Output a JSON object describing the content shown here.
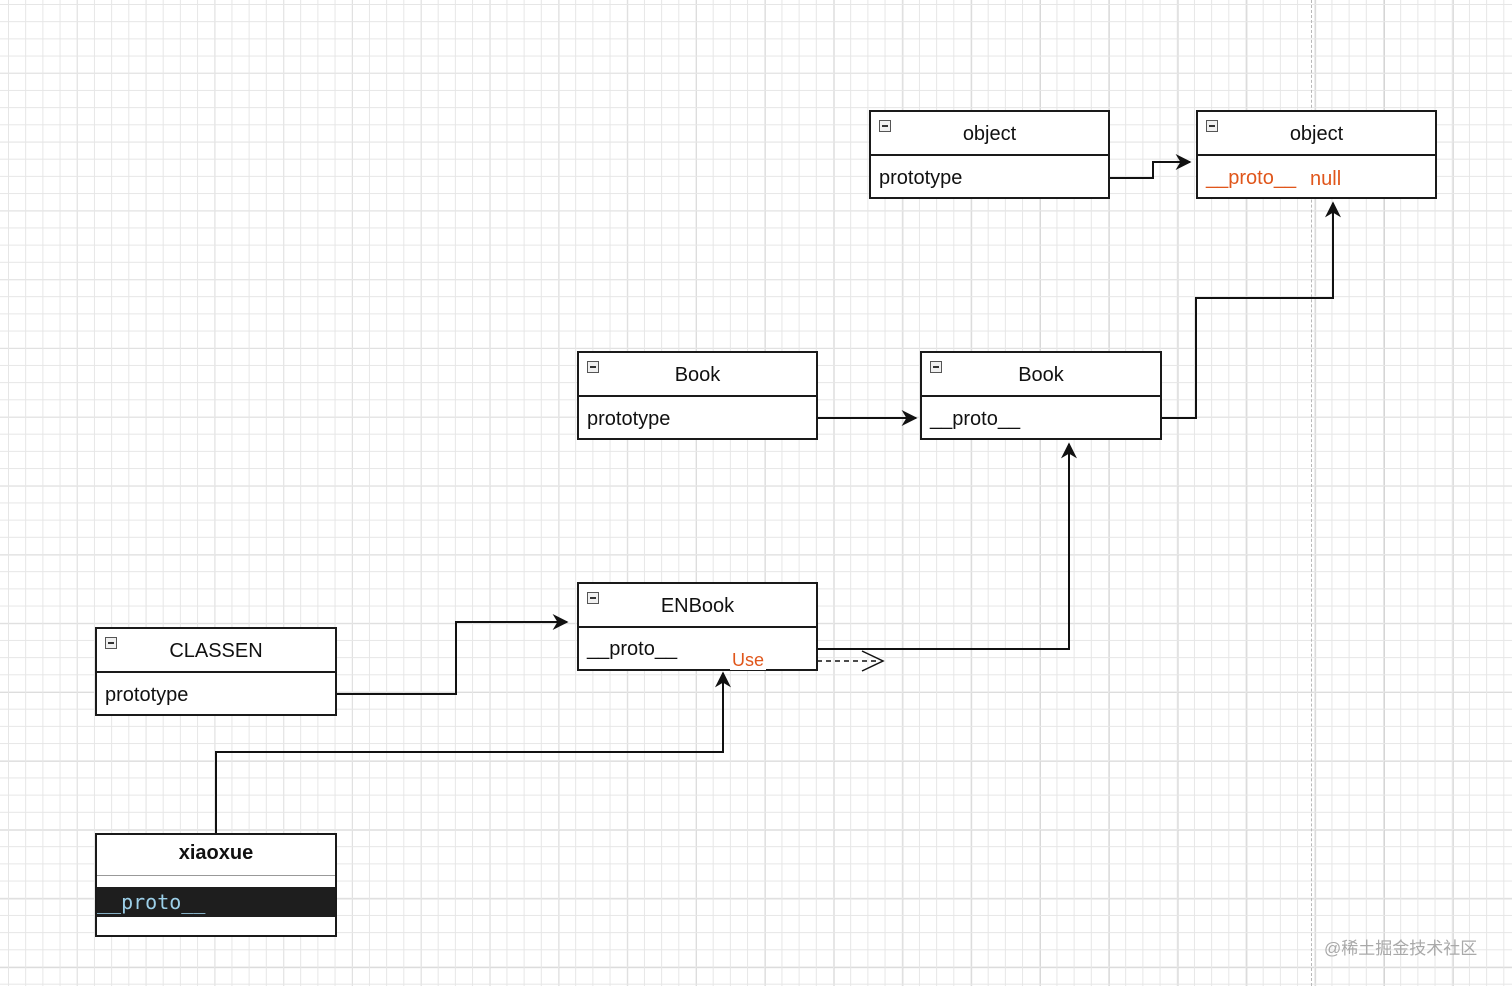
{
  "boxes": {
    "object_fn": {
      "title": "object",
      "field": "prototype"
    },
    "object_proto": {
      "title": "object",
      "field": "__proto__",
      "value": "null"
    },
    "book_fn": {
      "title": "Book",
      "field": "prototype"
    },
    "book_proto": {
      "title": "Book",
      "field": "__proto__"
    },
    "enbook": {
      "title": "ENBook",
      "field": "__proto__"
    },
    "classen": {
      "title": "CLASSEN",
      "field": "prototype"
    }
  },
  "instance": {
    "title": "xiaoxue",
    "field": "__proto__"
  },
  "use_label": "Use",
  "watermark": "@稀土掘金技术社区",
  "colors": {
    "accent": "#e0561b",
    "stroke": "#1a1a1a",
    "grid": "#e6e6e6"
  },
  "icons": {
    "collapse": "minus-square-icon"
  }
}
